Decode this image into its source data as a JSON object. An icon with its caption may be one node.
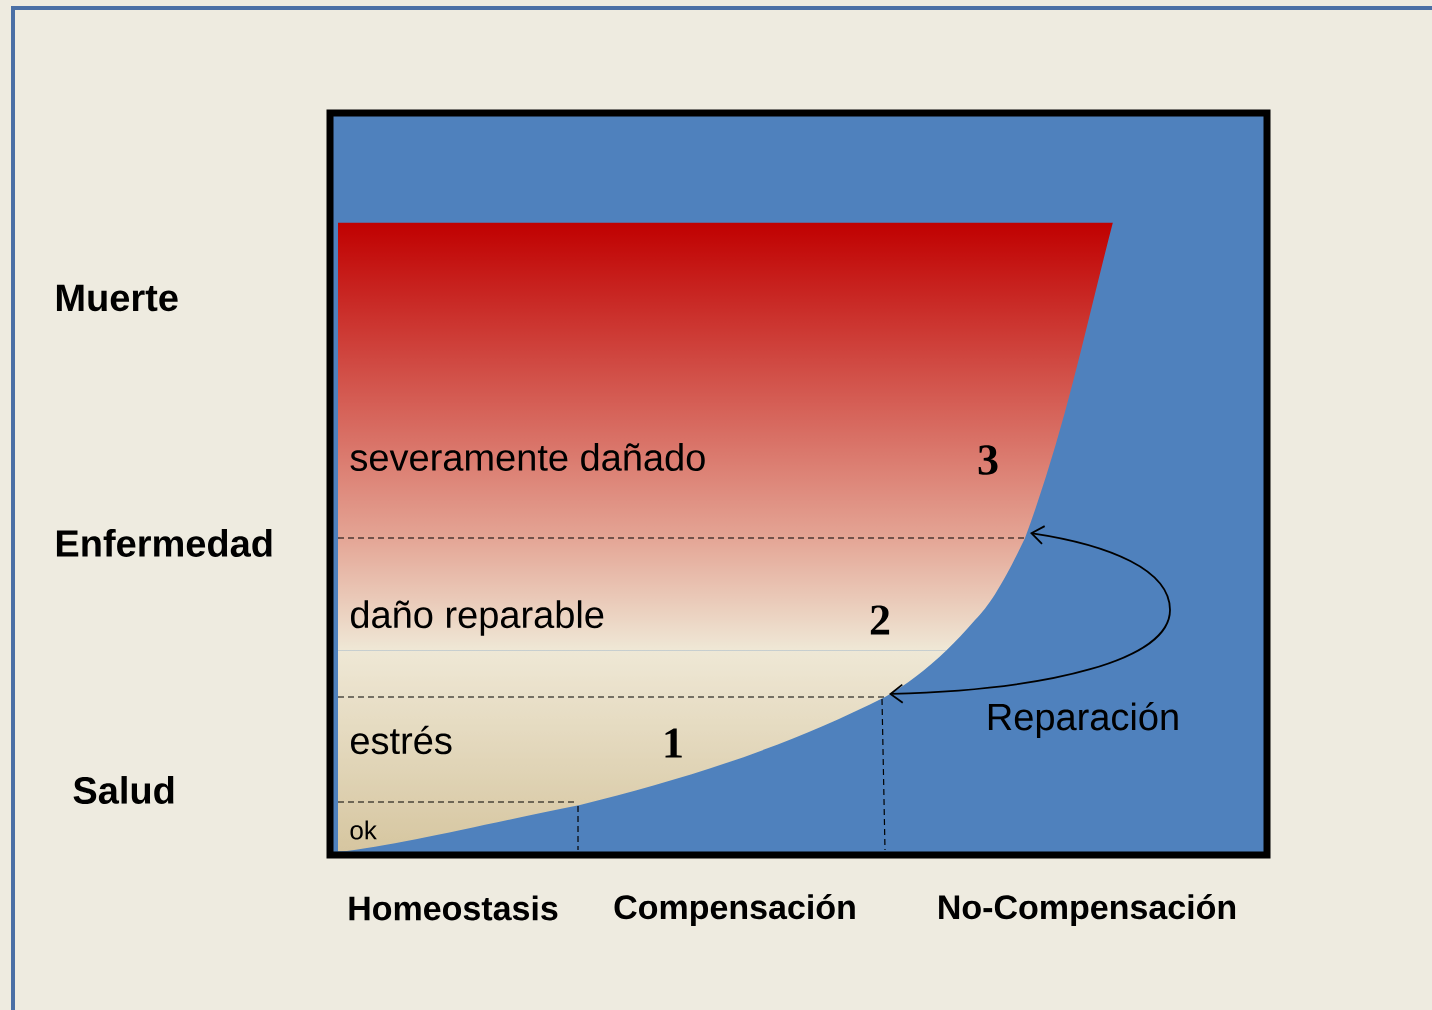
{
  "diagram": {
    "labels": [
      "Muerte",
      "severamente dañado",
      "3",
      "Enfermedad",
      "daño reparable",
      "2",
      "Reparación",
      "estrés",
      "1",
      "Salud",
      "ok",
      "Homeostasis",
      "Compensación",
      "No-Compensación"
    ]
  }
}
